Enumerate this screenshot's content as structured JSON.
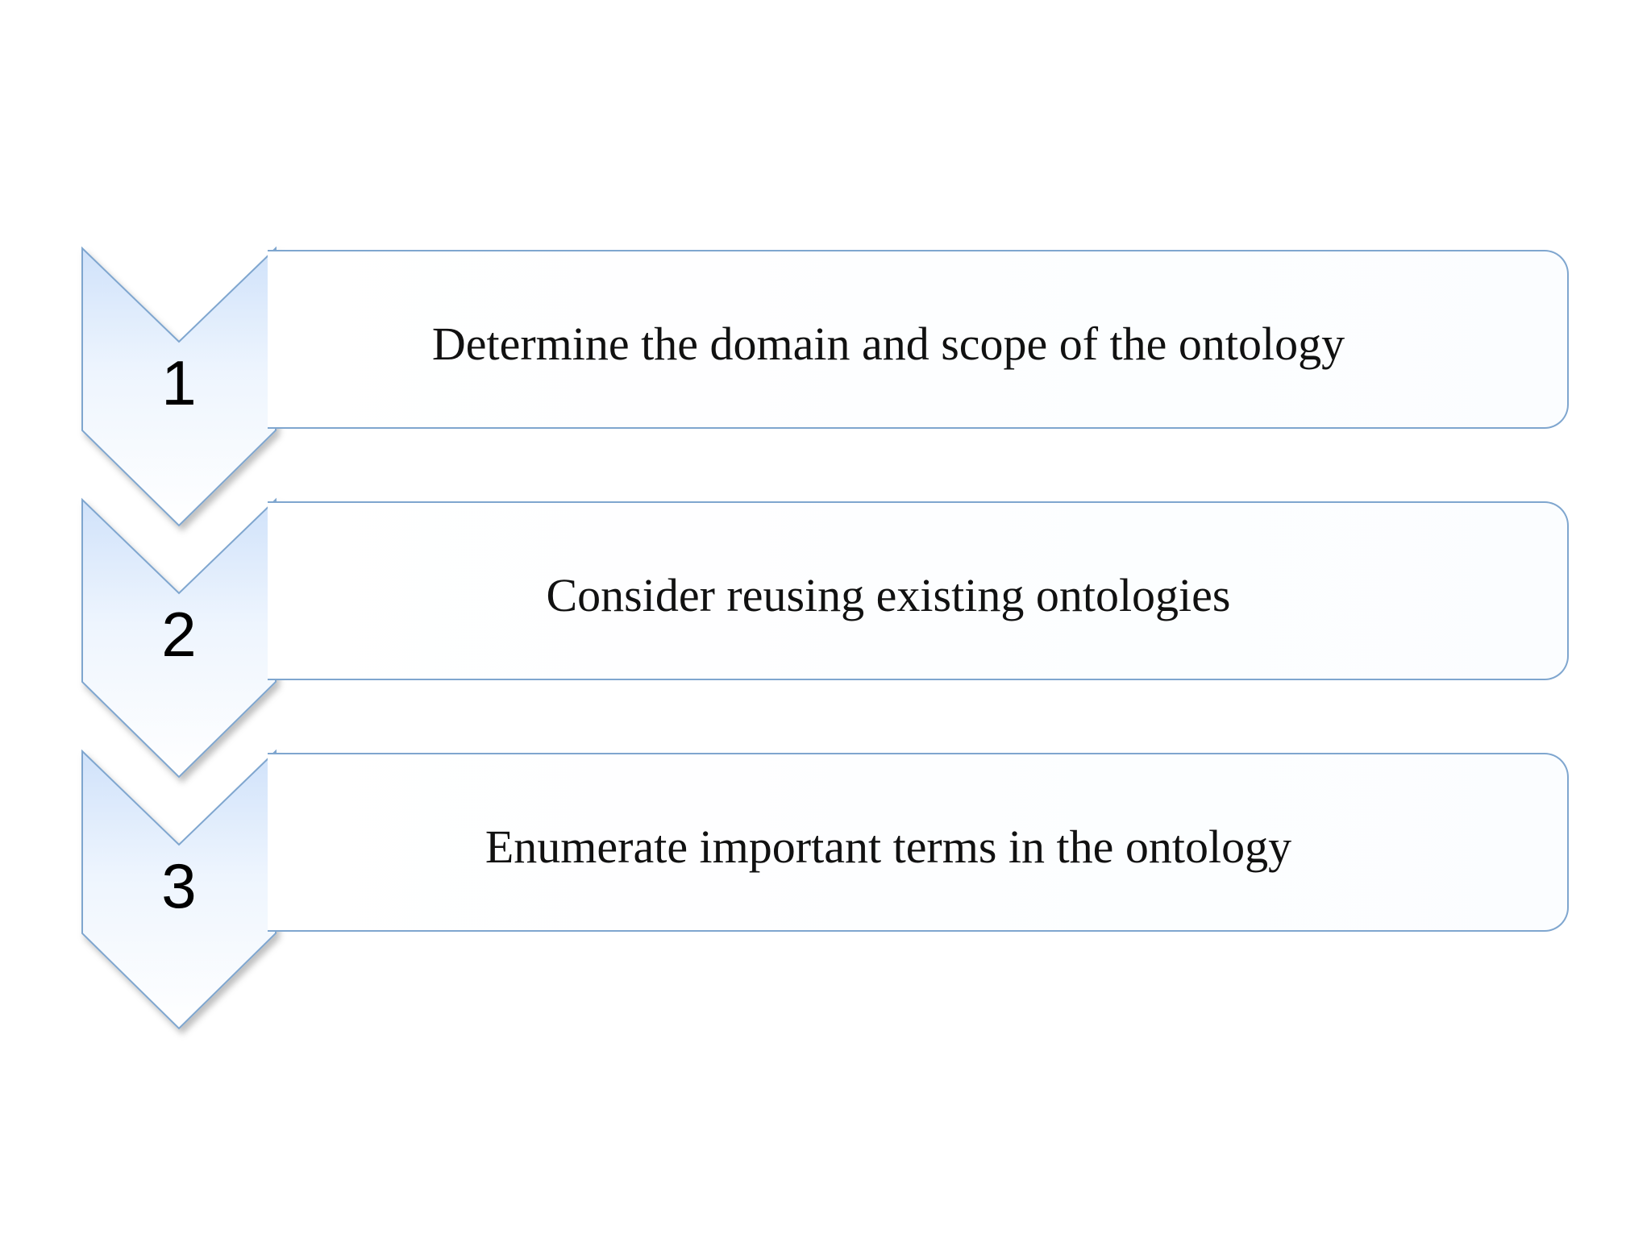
{
  "diagram": {
    "colors": {
      "chevron_fill_top": "#ffffff",
      "chevron_fill_bottom": "#d6e6fb",
      "outline": "#7fa6cf",
      "text": "#111111"
    },
    "steps": [
      {
        "number": "1",
        "text": "Determine the domain and scope of the ontology"
      },
      {
        "number": "2",
        "text": "Consider reusing existing ontologies"
      },
      {
        "number": "3",
        "text": "Enumerate important terms in the ontology"
      }
    ]
  }
}
